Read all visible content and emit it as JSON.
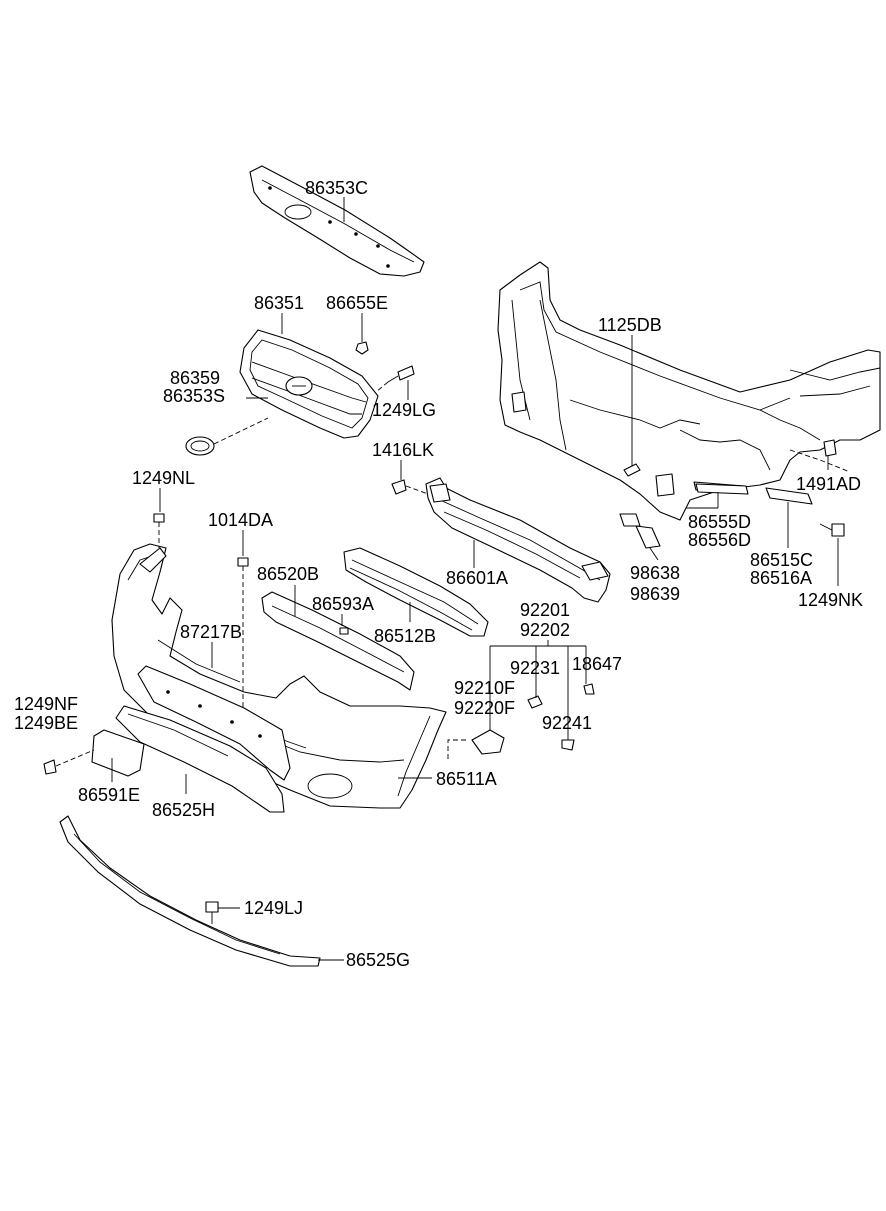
{
  "labels": {
    "p86353C": "86353C",
    "p86351": "86351",
    "p86655E": "86655E",
    "p1125DB": "1125DB",
    "p86359": "86359",
    "p86353S": "86353S",
    "p1249LG": "1249LG",
    "p1416LK": "1416LK",
    "p1249NL": "1249NL",
    "p1014DA": "1014DA",
    "p86520B": "86520B",
    "p86593A": "86593A",
    "p87217B": "87217B",
    "p86512B": "86512B",
    "p86601A": "86601A",
    "p1491AD": "1491AD",
    "p86555D": "86555D",
    "p86556D": "86556D",
    "p98638": "98638",
    "p98639": "98639",
    "p86515C": "86515C",
    "p86516A": "86516A",
    "p1249NK": "1249NK",
    "p92201": "92201",
    "p92202": "92202",
    "p92231": "92231",
    "p18647": "18647",
    "p92210F": "92210F",
    "p92220F": "92220F",
    "p92241": "92241",
    "p1249NF": "1249NF",
    "p1249BE": "1249BE",
    "p86511A": "86511A",
    "p86591E": "86591E",
    "p86525H": "86525H",
    "p1249LJ": "1249LJ",
    "p86525G": "86525G"
  }
}
